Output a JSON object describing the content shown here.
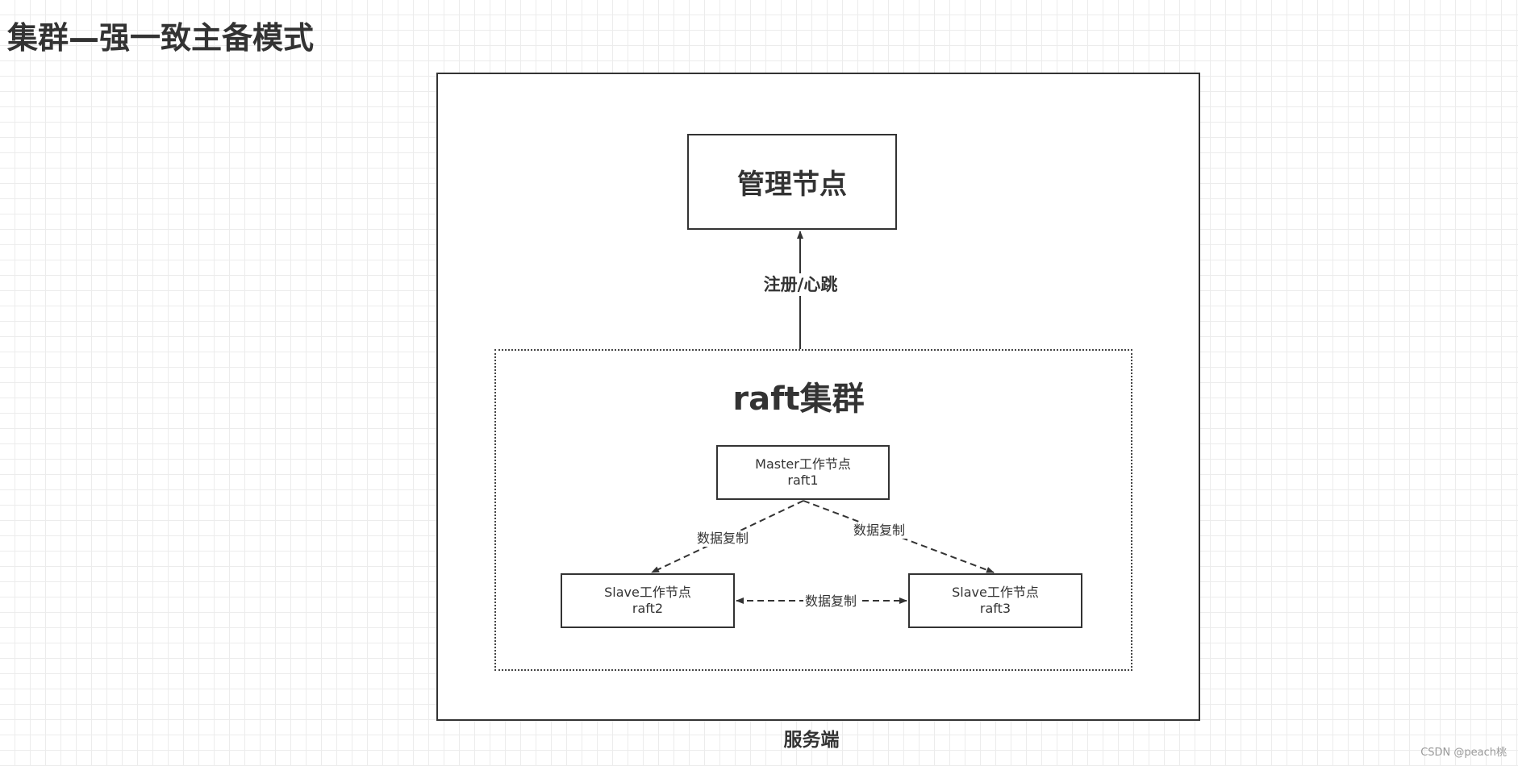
{
  "title": "集群—强一致主备模式",
  "server": {
    "label": "服务端"
  },
  "management_node": {
    "label": "管理节点"
  },
  "registration_edge": {
    "label": "注册/心跳"
  },
  "raft_cluster": {
    "title": "raft集群",
    "master": {
      "line1": "Master工作节点",
      "line2": "raft1"
    },
    "slave_2": {
      "line1": "Slave工作节点",
      "line2": "raft2"
    },
    "slave_3": {
      "line1": "Slave工作节点",
      "line2": "raft3"
    },
    "edges": [
      {
        "from": "raft1",
        "to": "raft2",
        "label": "数据复制",
        "style": "dashed"
      },
      {
        "from": "raft1",
        "to": "raft3",
        "label": "数据复制",
        "style": "dashed"
      },
      {
        "from": "raft2",
        "to": "raft3",
        "label": "数据复制",
        "style": "dashed",
        "bidirectional": true
      }
    ]
  },
  "watermark": "CSDN @peach桃",
  "colors": {
    "stroke": "#333333",
    "grid": "#ececec",
    "background": "#ffffff"
  }
}
